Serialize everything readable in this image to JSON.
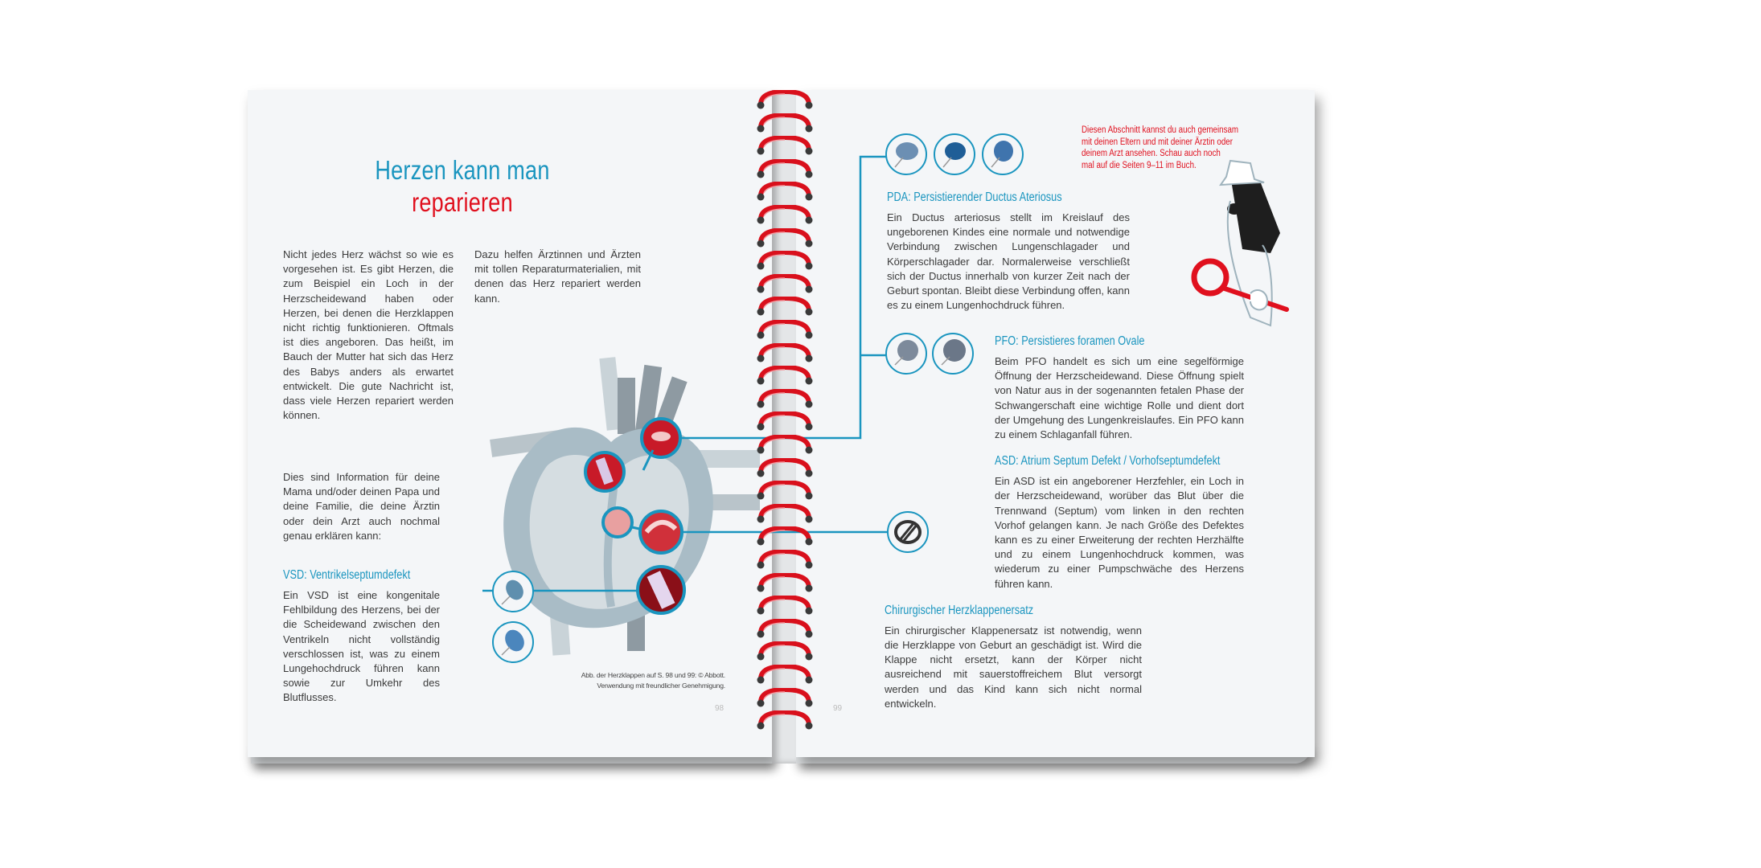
{
  "left_page": {
    "title_line1": "Herzen kann man",
    "title_line2": "reparieren",
    "intro_col1": "Nicht jedes Herz wächst so wie es vorgesehen ist. Es gibt Herzen, die zum Beispiel ein Loch in der Herzscheidewand haben oder Herzen, bei denen die Herzklappen nicht richtig funktionieren. Oftmals ist dies angeboren. Das heißt, im Bauch der Mutter hat sich das Herz des Babys anders als erwartet entwickelt. Die gute Nachricht ist, dass viele Herzen repariert werden können.",
    "intro_col2": "Dazu helfen Ärztinnen und Ärzten mit tollen Reparaturmaterialien, mit denen das Herz repariert werden kann.",
    "parents_info": "Dies sind Information für deine Mama und/oder deinen Papa und deine Familie, die deine Ärztin oder dein Arzt auch nochmal genau erklären kann:",
    "vsd_heading": "VSD: Ventrikelseptumdefekt",
    "vsd_body": "Ein VSD ist eine kongenitale Fehlbildung des Herzens, bei der die Scheidewand zwischen den Ventrikeln nicht vollständig verschlossen ist, was zu einem Lungehochdruck führen kann sowie zur Umkehr des Blutflusses.",
    "caption_line1": "Abb. der Herzklappen auf S. 98 und 99: © Abbott.",
    "caption_line2": "Verwendung mit freundlicher Genehmigung.",
    "page_number": "98"
  },
  "right_page": {
    "note": [
      "Diesen Abschnitt kannst du auch gemeinsam",
      "mit deinen Eltern und mit deiner Ärztin oder",
      "deinem Arzt ansehen. Schau auch noch",
      "mal auf die Seiten 9–11 im Buch."
    ],
    "pda_heading": "PDA: Persistierender Ductus Ateriosus",
    "pda_body": "Ein Ductus arteriosus stellt im Kreislauf des ungeborenen Kindes eine normale und notwendige Verbindung zwischen Lungenschlagader und Körperschlagader dar. Normalerweise verschließt sich der Ductus innerhalb von kurzer Zeit nach der Geburt spontan. Bleibt diese Verbindung offen, kann es zu einem Lungenhochdruck führen.",
    "pfo_heading": "PFO: Persistieres foramen Ovale",
    "pfo_body": "Beim PFO handelt es sich um eine segelförmige Öffnung der Herzscheidewand. Diese Öffnung spielt von Natur aus in der sogenannten fetalen Phase der Schwangerschaft eine wichtige Rolle und dient dort der Umgehung des Lungenkreislaufes. Ein PFO kann zu einem Schlaganfall führen.",
    "asd_heading": "ASD: Atrium Septum Defekt / Vorhofseptumdefekt",
    "asd_body": "Ein ASD ist ein angeborener Herzfehler, ein Loch in der Herzscheidewand, worüber das Blut über die Trennwand (Septum) vom linken in den rechten Vorhof gelangen kann. Je nach Größe des Defektes kann es zu einer Erweiterung der rechten Herzhälfte und zu einem Lungenhochdruck kommen, was wiederum zu einer Pumpschwäche des Herzens führen kann.",
    "valve_heading": "Chirurgischer Herzklappenersatz",
    "valve_body": "Ein chirurgischer Klappenersatz ist notwendig, wenn die Herzklappe von Geburt an geschädigt ist. Wird die Klappe nicht ersetzt, kann der Körper nicht ausreichend mit sauerstoffreichem Blut versorgt werden und das Kind kann sich nicht normal entwickeln.",
    "page_number": "99"
  },
  "colors": {
    "accent_blue": "#1a95bf",
    "accent_red": "#e0101e",
    "page": "#f4f6f8"
  }
}
